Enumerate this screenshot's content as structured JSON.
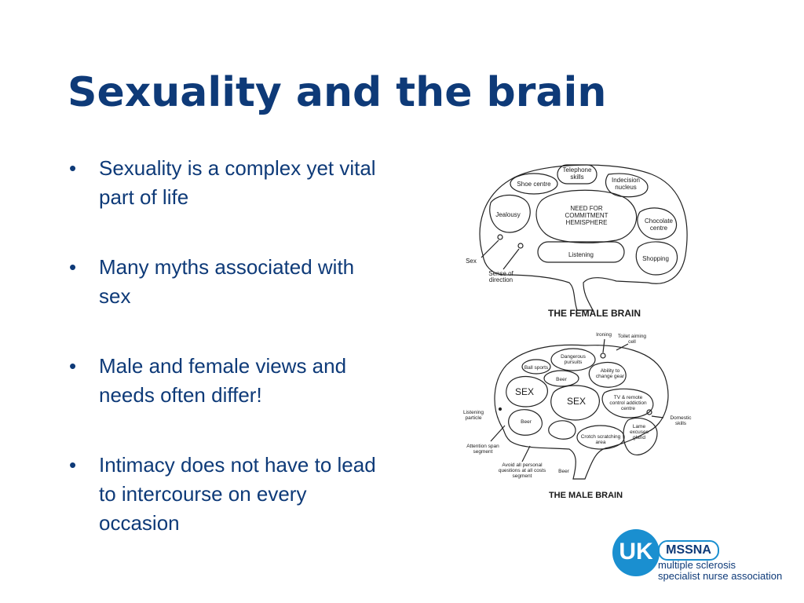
{
  "slide": {
    "title": "Sexuality and the brain",
    "bullets": [
      {
        "marker": "•",
        "text": "Sexuality is a complex yet vital part of life"
      },
      {
        "marker": "•",
        "text": "Many myths associated with sex"
      },
      {
        "marker": "•",
        "text": "Male and female views and needs often differ!"
      },
      {
        "marker": "•",
        "text": "Intimacy does not have to lead to intercourse on every occasion"
      }
    ]
  },
  "female_brain": {
    "caption": "THE FEMALE BRAIN",
    "regions": {
      "telephone_1": "Telephone",
      "telephone_2": "skills",
      "shoe": "Shoe centre",
      "indecision_1": "Indecision",
      "indecision_2": "nucleus",
      "jealousy": "Jealousy",
      "commit_1": "NEED FOR",
      "commit_2": "COMMITMENT",
      "commit_3": "HEMISPHERE",
      "chocolate_1": "Chocolate",
      "chocolate_2": "centre",
      "listening": "Listening",
      "shopping": "Shopping",
      "sex": "Sex",
      "direction_1": "Sense of",
      "direction_2": "direction"
    }
  },
  "male_brain": {
    "caption": "THE MALE BRAIN",
    "regions": {
      "ironing": "Ironing",
      "toilet_1": "Toilet aiming",
      "toilet_2": "cell",
      "dangerous_1": "Dangerous",
      "dangerous_2": "pursuits",
      "ball": "Ball sports",
      "gear_1": "Ability to",
      "gear_2": "change gear",
      "beer_top": "Beer",
      "sex_1": "SEX",
      "sex_2": "SEX",
      "tv_1": "TV & remote",
      "tv_2": "control addiction",
      "tv_3": "centre",
      "listening_1": "Listening",
      "listening_2": "particle",
      "domestic_1": "Domestic",
      "domestic_2": "skills",
      "beer_left": "Beer",
      "lame_1": "Lame",
      "lame_2": "excuses",
      "lame_3": "gland",
      "crotch_1": "Crotch scratching",
      "crotch_2": "area",
      "attention_1": "Attention span",
      "attention_2": "segment",
      "avoid_1": "Avoid all personal",
      "avoid_2": "questions at all costs",
      "avoid_3": "segment",
      "beer_bottom": "Beer"
    }
  },
  "logo": {
    "uk": "UK",
    "mssna": "MSSNA",
    "line1": "multiple sclerosis",
    "line2": "specialist nurse association",
    "colors": {
      "primary": "#1a8fd0",
      "dark": "#0e3a78"
    }
  }
}
